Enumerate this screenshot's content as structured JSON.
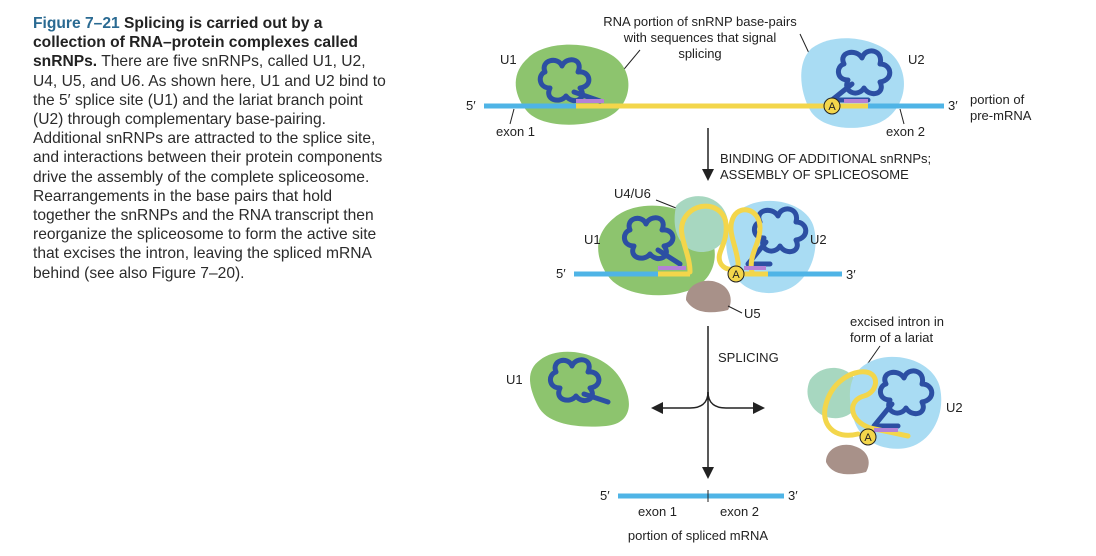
{
  "caption": {
    "figure_number": "Figure 7–21",
    "title": "Splicing is carried out by a collection of RNA–protein complexes called snRNPs.",
    "body": "There are five snRNPs, called U1, U2, U4, U5, and U6. As shown here, U1 and U2 bind to the 5′ splice site (U1) and the lariat branch point (U2) through complementary base-pairing. Additional snRNPs are attracted to the splice site, and interactions between their protein components drive the assembly of the complete spliceosome. Rearrangements in the base pairs that hold together the snRNPs and the RNA transcript then reorganize the spliceosome to form the active site that excises the intron, leaving the spliced mRNA behind (see also Figure 7–20)."
  },
  "diagram": {
    "top_note_lines": [
      "RNA portion of snRNP base-pairs",
      "with sequences that signal",
      "splicing"
    ],
    "u1": "U1",
    "u2": "U2",
    "u4u6": "U4/U6",
    "u5": "U5",
    "five_prime": "5′",
    "three_prime": "3′",
    "adenine": "A",
    "exon1": "exon 1",
    "exon2": "exon 2",
    "pre_mrna_lines": [
      "portion of",
      "pre-mRNA"
    ],
    "step1_lines": [
      "BINDING OF ADDITIONAL snRNPs;",
      "ASSEMBLY OF SPLICEOSOME"
    ],
    "step2": "SPLICING",
    "lariat_lines": [
      "excised intron in",
      "form of a lariat"
    ],
    "spliced_label": "portion of spliced mRNA",
    "colors": {
      "exon": "#4fb4e6",
      "intron": "#f3d64b",
      "u1_protein": "#8dc46e",
      "u2_protein": "#a9dcf3",
      "u4u6_protein": "#a7d7c0",
      "u5_protein": "#a89189",
      "snrna": "#2c4fa3",
      "base_pairs": "#b482d6",
      "caption_accent": "#2a6a92"
    }
  }
}
